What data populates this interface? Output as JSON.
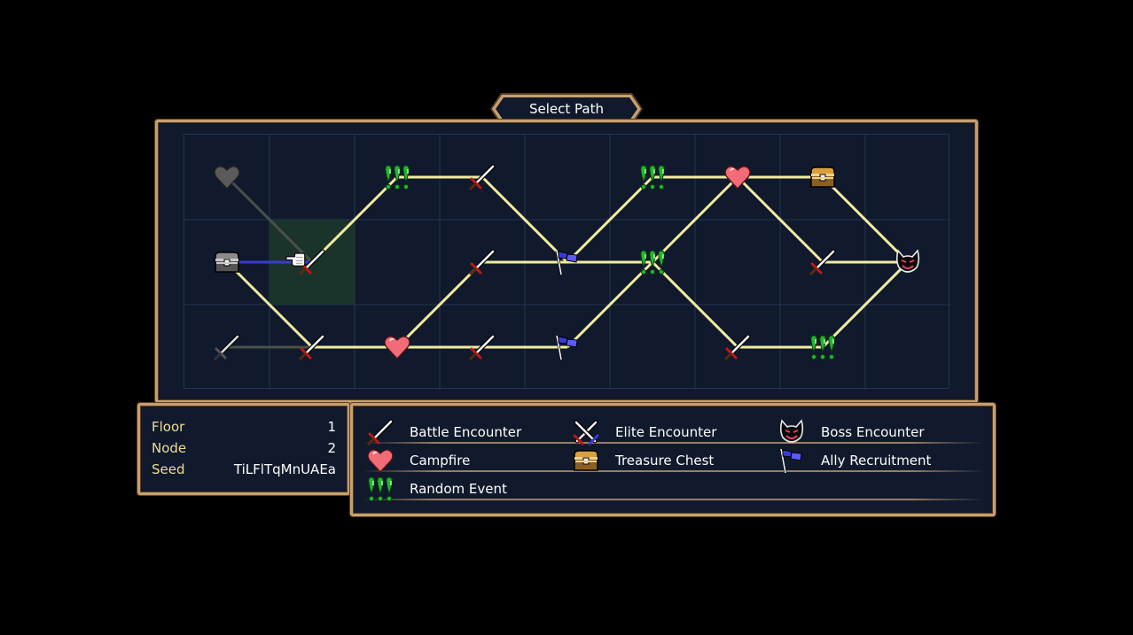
{
  "title": "Select Path",
  "info": {
    "floor_label": "Floor",
    "floor_value": "1",
    "node_label": "Node",
    "node_value": "2",
    "seed_label": "Seed",
    "seed_value": "TiLFlTqMnUAEa"
  },
  "legend": {
    "battle": "Battle Encounter",
    "elite": "Elite Encounter",
    "boss": "Boss Encounter",
    "campfire": "Campfire",
    "treasure": "Treasure Chest",
    "ally": "Ally Recruitment",
    "event": "Random Event"
  },
  "colors": {
    "path": "#f2eca0",
    "current_path": "#3a3ad8",
    "visited_path": "#4a5048",
    "panel_border": "#c8a070",
    "panel_bg": "#101a2c",
    "label": "#f0dc96"
  },
  "map": {
    "columns": 9,
    "rows": 3,
    "current_node": "c1r1",
    "nodes": [
      {
        "id": "c0r0",
        "col": 0,
        "row": 0,
        "type": "campfire",
        "state": "visited"
      },
      {
        "id": "c0r1",
        "col": 0,
        "row": 1,
        "type": "treasure",
        "state": "visited"
      },
      {
        "id": "c0r2",
        "col": 0,
        "row": 2,
        "type": "battle",
        "state": "visited"
      },
      {
        "id": "c1r1",
        "col": 1,
        "row": 1,
        "type": "battle",
        "state": "current"
      },
      {
        "id": "c1r2",
        "col": 1,
        "row": 2,
        "type": "battle",
        "state": "available"
      },
      {
        "id": "c2r0",
        "col": 2,
        "row": 0,
        "type": "event",
        "state": "available"
      },
      {
        "id": "c2r2",
        "col": 2,
        "row": 2,
        "type": "campfire",
        "state": "available"
      },
      {
        "id": "c3r0",
        "col": 3,
        "row": 0,
        "type": "battle",
        "state": "available"
      },
      {
        "id": "c3r1",
        "col": 3,
        "row": 1,
        "type": "battle",
        "state": "available"
      },
      {
        "id": "c3r2",
        "col": 3,
        "row": 2,
        "type": "battle",
        "state": "available"
      },
      {
        "id": "c4r1",
        "col": 4,
        "row": 1,
        "type": "ally",
        "state": "available"
      },
      {
        "id": "c4r2",
        "col": 4,
        "row": 2,
        "type": "ally",
        "state": "available"
      },
      {
        "id": "c5r0",
        "col": 5,
        "row": 0,
        "type": "event",
        "state": "available"
      },
      {
        "id": "c5r1",
        "col": 5,
        "row": 1,
        "type": "event",
        "state": "available"
      },
      {
        "id": "c6r0",
        "col": 6,
        "row": 0,
        "type": "campfire",
        "state": "available"
      },
      {
        "id": "c6r2",
        "col": 6,
        "row": 2,
        "type": "battle",
        "state": "available"
      },
      {
        "id": "c7r0",
        "col": 7,
        "row": 0,
        "type": "treasure",
        "state": "available"
      },
      {
        "id": "c7r1",
        "col": 7,
        "row": 1,
        "type": "battle",
        "state": "available"
      },
      {
        "id": "c7r2",
        "col": 7,
        "row": 2,
        "type": "event",
        "state": "available"
      },
      {
        "id": "c8r1",
        "col": 8,
        "row": 1,
        "type": "boss",
        "state": "available"
      }
    ],
    "edges": [
      {
        "from": "c0r0",
        "to": "c1r1",
        "kind": "visited"
      },
      {
        "from": "c0r2",
        "to": "c1r2",
        "kind": "visited"
      },
      {
        "from": "c0r1",
        "to": "c1r1",
        "kind": "current"
      },
      {
        "from": "c0r1",
        "to": "c1r2",
        "kind": "path"
      },
      {
        "from": "c1r1",
        "to": "c2r0",
        "kind": "path"
      },
      {
        "from": "c1r2",
        "to": "c2r2",
        "kind": "path"
      },
      {
        "from": "c2r0",
        "to": "c3r0",
        "kind": "path"
      },
      {
        "from": "c2r2",
        "to": "c3r1",
        "kind": "path"
      },
      {
        "from": "c2r2",
        "to": "c3r2",
        "kind": "path"
      },
      {
        "from": "c3r0",
        "to": "c4r1",
        "kind": "path"
      },
      {
        "from": "c3r1",
        "to": "c4r1",
        "kind": "path"
      },
      {
        "from": "c3r2",
        "to": "c4r2",
        "kind": "path"
      },
      {
        "from": "c4r1",
        "to": "c5r0",
        "kind": "path"
      },
      {
        "from": "c4r1",
        "to": "c5r1",
        "kind": "path"
      },
      {
        "from": "c4r2",
        "to": "c5r1",
        "kind": "path"
      },
      {
        "from": "c5r0",
        "to": "c6r0",
        "kind": "path"
      },
      {
        "from": "c5r1",
        "to": "c6r0",
        "kind": "path"
      },
      {
        "from": "c5r1",
        "to": "c6r2",
        "kind": "path"
      },
      {
        "from": "c6r0",
        "to": "c7r0",
        "kind": "path"
      },
      {
        "from": "c6r0",
        "to": "c7r1",
        "kind": "path"
      },
      {
        "from": "c6r2",
        "to": "c7r2",
        "kind": "path"
      },
      {
        "from": "c7r0",
        "to": "c8r1",
        "kind": "path"
      },
      {
        "from": "c7r1",
        "to": "c8r1",
        "kind": "path"
      },
      {
        "from": "c7r2",
        "to": "c8r1",
        "kind": "path"
      }
    ],
    "cursor": {
      "icon": "pointing-hand-icon",
      "at": "c1r1"
    }
  }
}
